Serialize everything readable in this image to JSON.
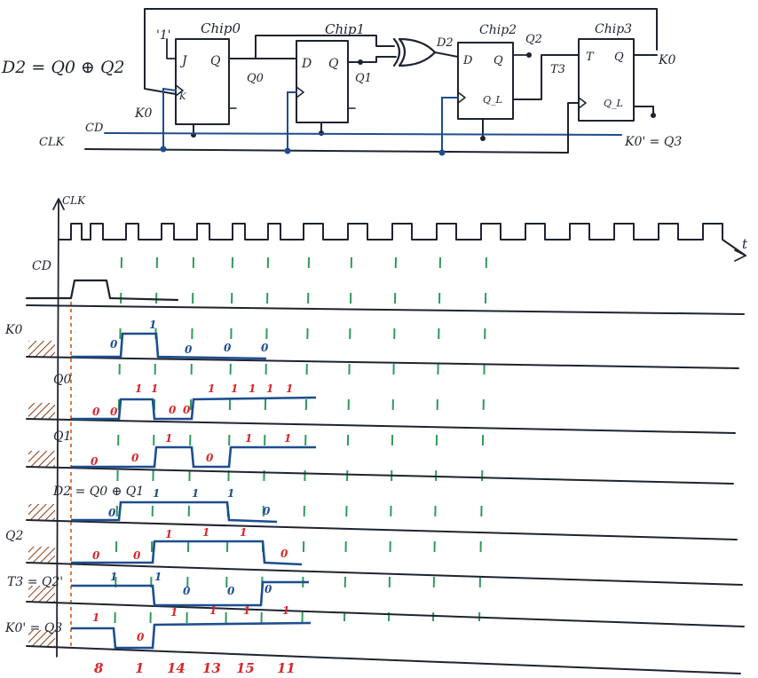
{
  "equation": "D2 = Q0 ⊕ Q2",
  "chips": [
    {
      "name": "Chip0",
      "pins": [
        "J",
        "Q",
        "K"
      ]
    },
    {
      "name": "Chip1",
      "pins": [
        "D",
        "Q"
      ]
    },
    {
      "name": "Chip2",
      "pins": [
        "D",
        "Q",
        "Q_L"
      ]
    },
    {
      "name": "Chip3",
      "pins": [
        "T",
        "Q",
        "Q_L"
      ]
    }
  ],
  "circuit_labels": {
    "one": "'1'",
    "q0": "Q0",
    "q1": "Q1",
    "d2": "D2",
    "q2": "Q2",
    "t3": "T3",
    "k0_top": "K0",
    "k0_left": "K0",
    "cd": "CD",
    "clk": "CLK",
    "k0p_q3": "K0' = Q3"
  },
  "timing": {
    "axis_clk": "CLK",
    "axis_t": "t",
    "signals": [
      {
        "label": "CD"
      },
      {
        "label": "K0"
      },
      {
        "label": "Q0"
      },
      {
        "label": "Q1"
      },
      {
        "label": "D2 = Q0 ⊕ Q1"
      },
      {
        "label": "Q2"
      },
      {
        "label": "T3 = Q2'"
      },
      {
        "label": "K0' = Q3"
      }
    ],
    "annotations": {
      "k0": [
        "0",
        "1",
        "0",
        "0",
        "0"
      ],
      "q0": [
        "0",
        "0",
        "1",
        "1",
        "0",
        "0",
        "1",
        "1",
        "1",
        "1",
        "1"
      ],
      "q1": [
        "0",
        "0",
        "1",
        "0",
        "1",
        "1"
      ],
      "d2": [
        "0",
        "1",
        "1",
        "1",
        "0"
      ],
      "q2": [
        "0",
        "0",
        "1",
        "1",
        "1",
        "0"
      ],
      "t3": [
        "1",
        "1",
        "0",
        "0",
        "0"
      ],
      "k0p": [
        "1",
        "0",
        "1",
        "1",
        "1",
        "1"
      ]
    },
    "states": [
      "8",
      "1",
      "14",
      "13",
      "15",
      "11"
    ]
  }
}
